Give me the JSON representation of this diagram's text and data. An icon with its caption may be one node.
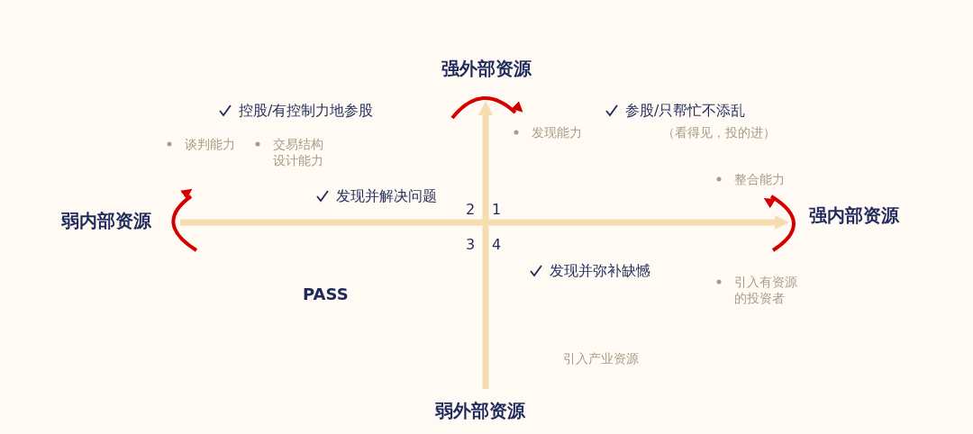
{
  "diagram": {
    "labels": [
      "强外部资源",
      "控股/有控制力地参股",
      "参股/只帮忙不添乱",
      "谈判能力",
      "交易结构设计能力",
      "发现能力",
      "（看得见，投的进）",
      "整合能力",
      "发现并解决问题",
      "2",
      "1",
      "弱内部资源",
      "强内部资源",
      "3",
      "4",
      "发现并弥补缺憾",
      "引入有资源的投资者",
      "PASS",
      "引入产业资源",
      "弱外部资源"
    ]
  }
}
